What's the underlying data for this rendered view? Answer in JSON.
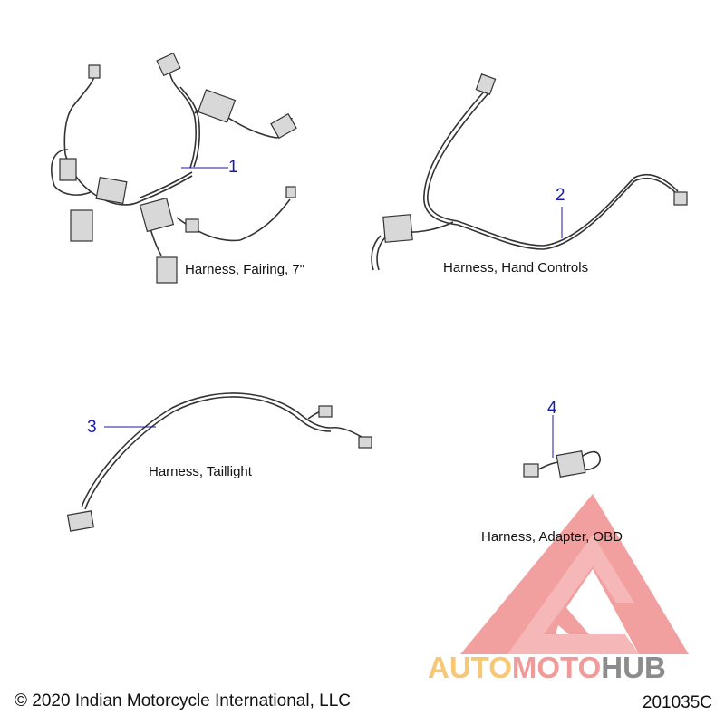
{
  "parts": [
    {
      "callout": "1",
      "label": "Harness, Fairing, 7\""
    },
    {
      "callout": "2",
      "label": "Harness, Hand Controls"
    },
    {
      "callout": "3",
      "label": "Harness, Taillight"
    },
    {
      "callout": "4",
      "label": "Harness, Adapter, OBD"
    }
  ],
  "footer": {
    "copyright": "© 2020 Indian Motorcycle International, LLC",
    "code": "201035C"
  },
  "watermark": {
    "part1": "AUTO",
    "part2": "MOTO",
    "part3": "HUB",
    "colors": {
      "triangle": "#ee8080",
      "auto": "#f6c774",
      "moto": "#f09a9a",
      "hub": "#8c8c8c"
    }
  },
  "colors": {
    "callout": "#1a1aa8",
    "line": "#333333"
  }
}
